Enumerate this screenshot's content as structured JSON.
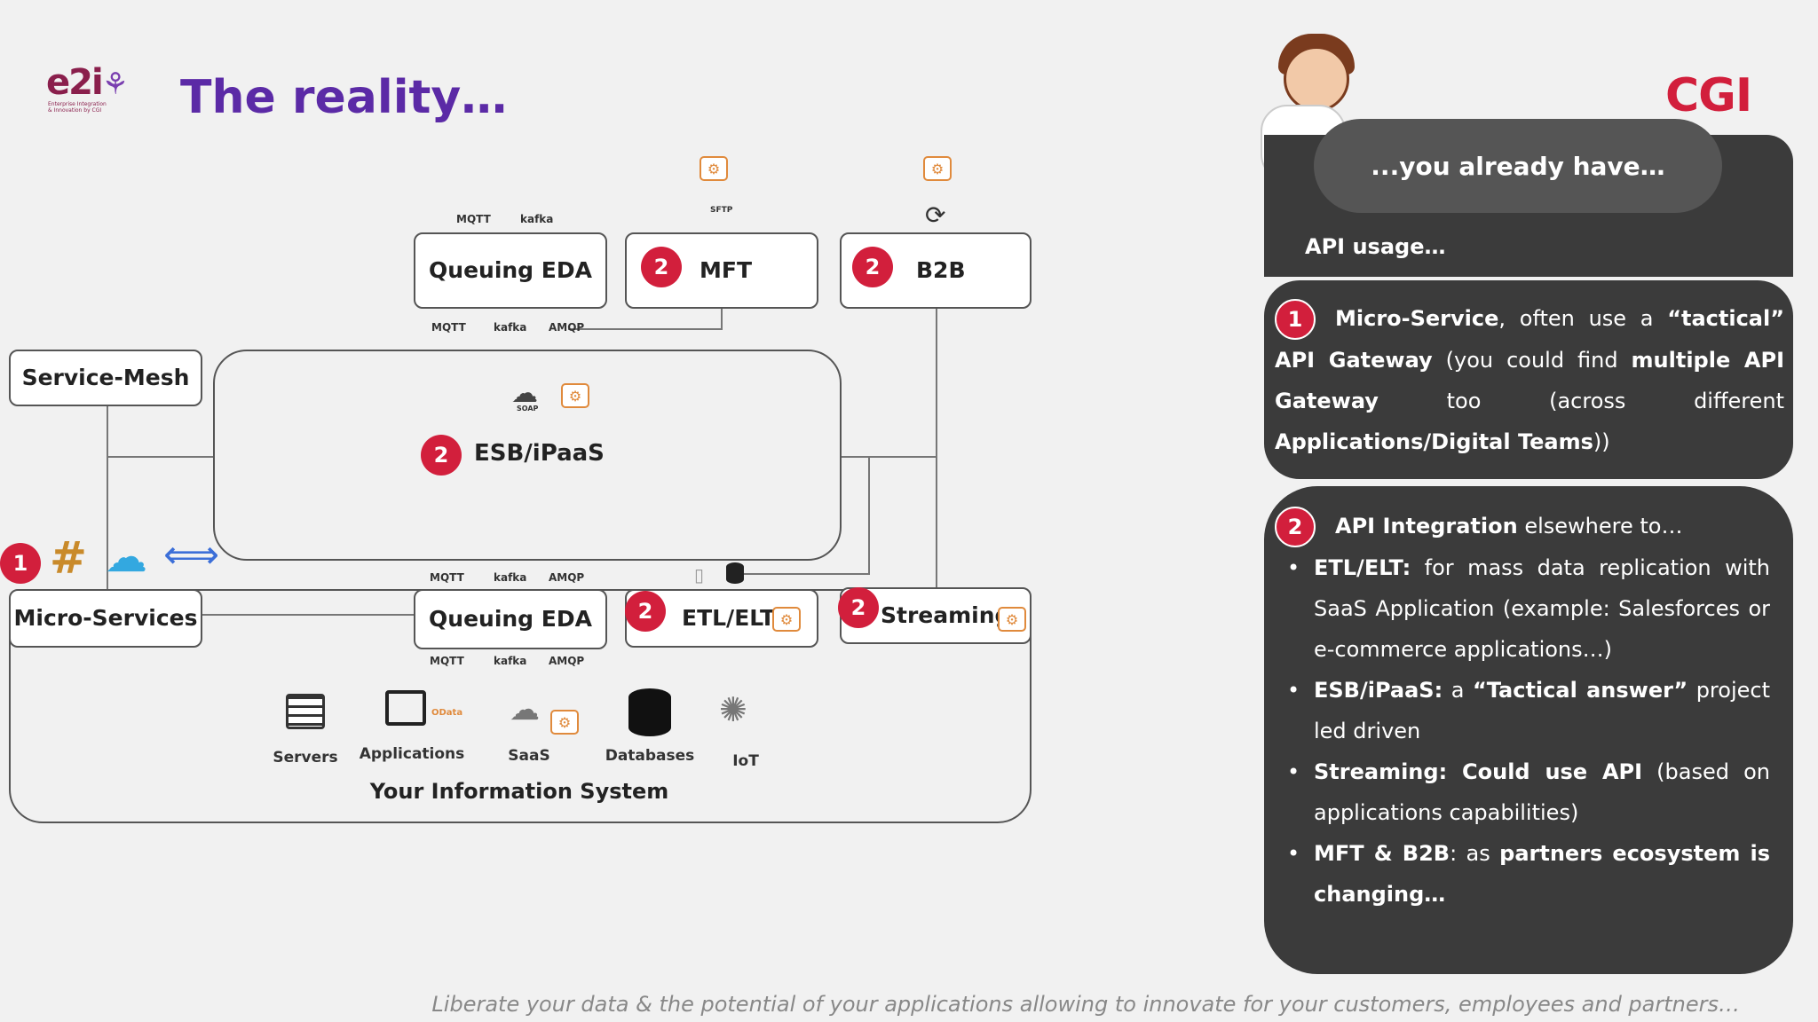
{
  "header": {
    "logo_text": "e2i",
    "logo_sub": "Enterprise Integration & Innovation by CGI",
    "title": "The reality…",
    "brand": "CGI"
  },
  "diagram": {
    "boxes": {
      "queuing_top": "Queuing EDA",
      "mft": "MFT",
      "b2b": "B2B",
      "service_mesh": "Service-Mesh",
      "esb": "ESB/iPaaS",
      "micro_services": "Micro-Services",
      "queuing_bottom": "Queuing EDA",
      "etl": "ETL/ELT",
      "streaming": "Streaming"
    },
    "badges": {
      "one": "1",
      "two": "2"
    },
    "protocols": {
      "mqtt": "MQTT",
      "kafka": "kafka",
      "amqp": "AMQP",
      "sftp": "SFTP",
      "soap": "SOAP",
      "odata": "OData"
    },
    "info_system": {
      "items": [
        "Servers",
        "Applications",
        "SaaS",
        "Databases",
        "IoT"
      ],
      "label": "Your Information System"
    }
  },
  "panel": {
    "bubble": "...you already have…",
    "api_usage": "API usage…",
    "card1": {
      "badge": "1",
      "t1": "Micro-Service",
      "t2": ", often use a ",
      "t3": "“tactical” API Gateway",
      "t4": " (you could find ",
      "t5": "multiple API Gateway",
      "t6": " too (across different ",
      "t7": "Applications/Digital Teams",
      "t8": "))"
    },
    "card2": {
      "badge": "2",
      "intro_b": "API Integration",
      "intro": " elsewhere to…",
      "b1_b": "ETL/ELT:",
      "b1": " for mass data replication with SaaS Application (example: Salesforces or e-commerce applications…)",
      "b2_b": "ESB/iPaaS:",
      "b2_m": " a ",
      "b2_b2": "“Tactical answer”",
      "b2": " project led driven",
      "b3_b": "Streaming: Could use API",
      "b3": " (based on applications capabilities)",
      "b4_b": "MFT & B2B",
      "b4_m": ": as ",
      "b4_b2": "partners ecosystem is changing…"
    }
  },
  "footer": "Liberate your data & the potential of your applications allowing to innovate for your customers, employees and partners…",
  "colors": {
    "accent_red": "#d21f3c",
    "title_purple": "#5b2aa6",
    "panel_dark": "#3b3b3b",
    "icon_orange": "#e08a3c"
  }
}
